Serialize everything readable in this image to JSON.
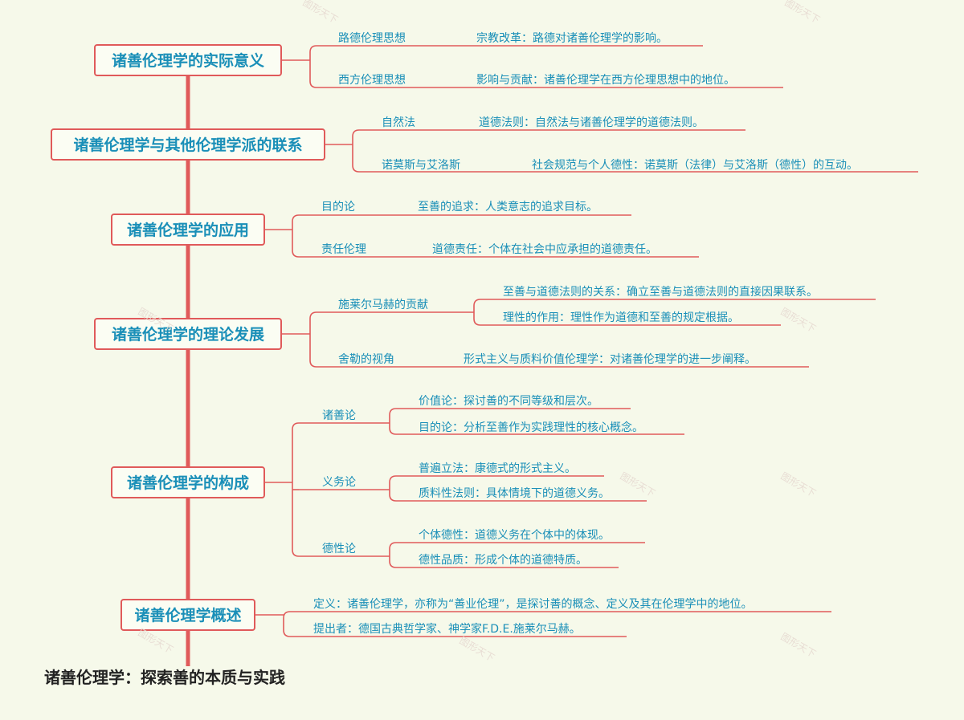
{
  "root": "诸善伦理学：探索善的本质与实践",
  "watermark": "图形天下",
  "colors": {
    "line": "#e05a5a",
    "text": "#1a8fb8",
    "background": "#f6f9ea"
  },
  "sections": [
    {
      "title": "诸善伦理学的实际意义",
      "items": [
        {
          "label": "路德伦理思想",
          "details": [
            "宗教改革：路德对诸善伦理学的影响。"
          ]
        },
        {
          "label": "西方伦理思想",
          "details": [
            "影响与贡献：诸善伦理学在西方伦理思想中的地位。"
          ]
        }
      ]
    },
    {
      "title": "诸善伦理学与其他伦理学派的联系",
      "items": [
        {
          "label": "自然法",
          "details": [
            "道德法则：自然法与诸善伦理学的道德法则。"
          ]
        },
        {
          "label": "诺莫斯与艾洛斯",
          "details": [
            "社会规范与个人德性：诺莫斯（法律）与艾洛斯（德性）的互动。"
          ]
        }
      ]
    },
    {
      "title": "诸善伦理学的应用",
      "items": [
        {
          "label": "目的论",
          "details": [
            "至善的追求：人类意志的追求目标。"
          ]
        },
        {
          "label": "责任伦理",
          "details": [
            "道德责任：个体在社会中应承担的道德责任。"
          ]
        }
      ]
    },
    {
      "title": "诸善伦理学的理论发展",
      "items": [
        {
          "label": "施莱尔马赫的贡献",
          "details": [
            "至善与道德法则的关系：确立至善与道德法则的直接因果联系。",
            "理性的作用：理性作为道德和至善的规定根据。"
          ]
        },
        {
          "label": "舍勒的视角",
          "details": [
            "形式主义与质料价值伦理学：对诸善伦理学的进一步阐释。"
          ]
        }
      ]
    },
    {
      "title": "诸善伦理学的构成",
      "items": [
        {
          "label": "诸善论",
          "details": [
            "价值论：探讨善的不同等级和层次。",
            "目的论：分析至善作为实践理性的核心概念。"
          ]
        },
        {
          "label": "义务论",
          "details": [
            "普遍立法：康德式的形式主义。",
            "质料性法则：具体情境下的道德义务。"
          ]
        },
        {
          "label": "德性论",
          "details": [
            "个体德性：道德义务在个体中的体现。",
            "德性品质：形成个体的道德特质。"
          ]
        }
      ]
    },
    {
      "title": "诸善伦理学概述",
      "items": [
        {
          "label": "定义：诸善伦理学，亦称为“善业伦理”，是探讨善的概念、定义及其在伦理学中的地位。",
          "details": []
        },
        {
          "label": "提出者：德国古典哲学家、神学家F.D.E.施莱尔马赫。",
          "details": []
        }
      ]
    }
  ]
}
